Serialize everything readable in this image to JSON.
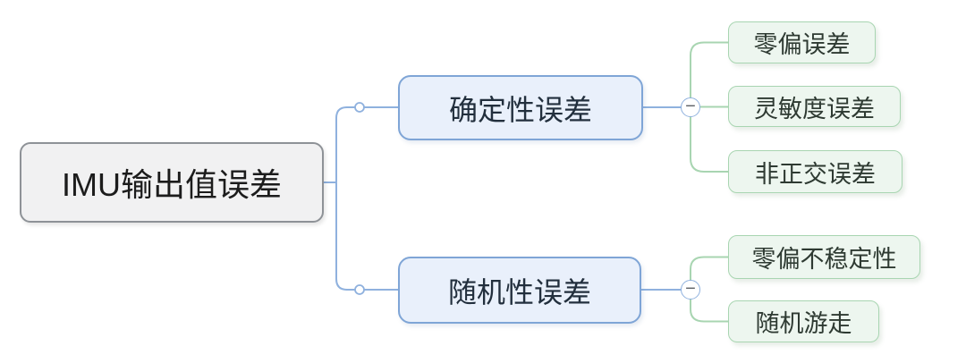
{
  "mindmap": {
    "root": {
      "label": "IMU输出值误差"
    },
    "branches": [
      {
        "label": "确定性误差",
        "collapse_symbol": "−",
        "children": [
          {
            "label": "零偏误差"
          },
          {
            "label": "灵敏度误差"
          },
          {
            "label": "非正交误差"
          }
        ]
      },
      {
        "label": "随机性误差",
        "collapse_symbol": "−",
        "children": [
          {
            "label": "零偏不稳定性"
          },
          {
            "label": "随机游走"
          }
        ]
      }
    ],
    "colors": {
      "root_fill": "#f1f1f2",
      "root_border": "#8e9297",
      "root_text": "#1c1c1c",
      "branch_fill": "#e9f0fb",
      "branch_border": "#7fa5d6",
      "branch_text": "#222f3d",
      "branch_line": "#8fb1de",
      "leaf_fill": "#edf6ef",
      "leaf_border": "#a8d5b1",
      "leaf_text": "#2e3a32",
      "leaf_line": "#a8d5b1",
      "collapse_icon_color": "#5f6368"
    }
  }
}
